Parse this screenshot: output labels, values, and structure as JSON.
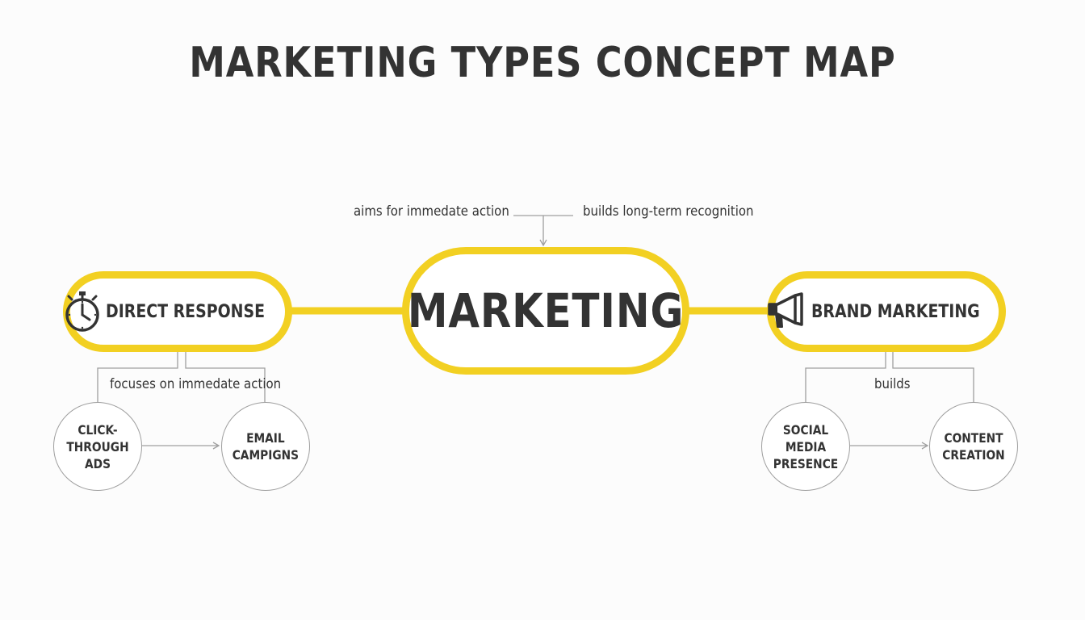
{
  "title": "MARKETING TYPES CONCEPT MAP",
  "colors": {
    "accent": "#f2d022",
    "text": "#333333",
    "connector": "#9e9e9e"
  },
  "center": {
    "label": "MARKETING",
    "labels": {
      "left": "aims for immedate action",
      "right": "builds long-term recognition"
    }
  },
  "direct_response": {
    "icon": "stopwatch-icon",
    "label": "DIRECT RESPONSE",
    "edge_label": "focuses on immedate action",
    "children": [
      "CLICK-THROUGH\nADS",
      "EMAIL\nCAMPIGNS"
    ]
  },
  "brand_marketing": {
    "icon": "megaphone-icon",
    "label": "BRAND MARKETING",
    "edge_label": "builds",
    "children": [
      "SOCIAL MEDIA\nPRESENCE",
      "CONTENT\nCREATION"
    ]
  }
}
